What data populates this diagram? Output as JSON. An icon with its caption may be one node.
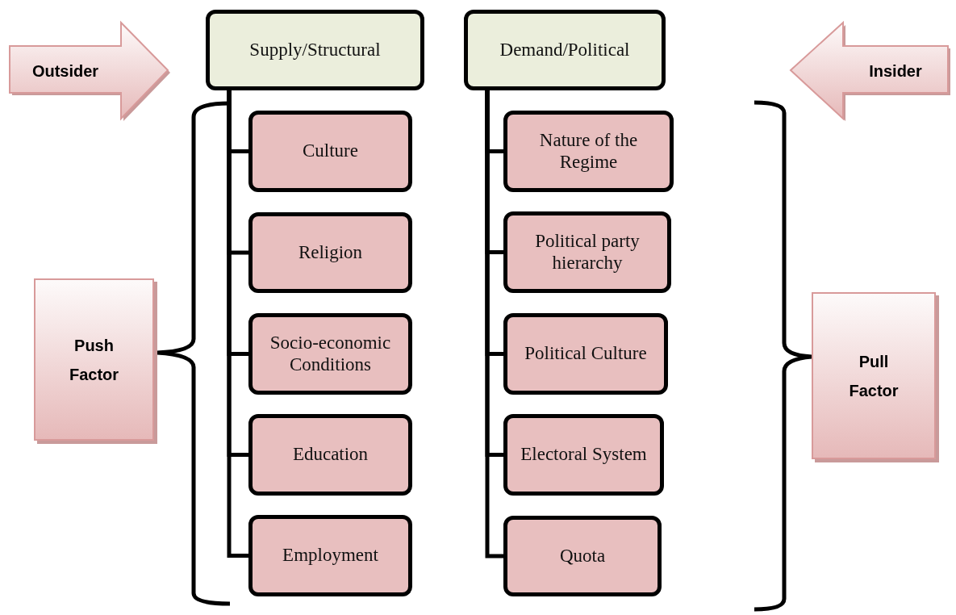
{
  "diagram": {
    "nodes": [
      {
        "text": [
          "Outsider"
        ]
      },
      {
        "text": [
          "Supply/Structural"
        ]
      },
      {
        "text": [
          "Demand/Political"
        ]
      },
      {
        "text": [
          "Insider"
        ]
      },
      {
        "text": [
          "Culture"
        ]
      },
      {
        "text": [
          "Religion"
        ]
      },
      {
        "text": [
          "Socio-economic Conditions"
        ]
      },
      {
        "text": [
          "Education"
        ]
      },
      {
        "text": [
          "Employment"
        ]
      },
      {
        "text": [
          "Nature of the Regime"
        ]
      },
      {
        "text": [
          "Political party hierarchy"
        ]
      },
      {
        "text": [
          "Political Culture"
        ]
      },
      {
        "text": [
          "Electoral System"
        ]
      },
      {
        "text": [
          "Quota"
        ]
      },
      {
        "text": [
          "Push Factor"
        ]
      },
      {
        "text": [
          "Pull Factor"
        ]
      }
    ],
    "edges": [
      {
        "from": 1,
        "to": 4,
        "arrow": "none"
      },
      {
        "from": 1,
        "to": 5,
        "arrow": "none"
      },
      {
        "from": 1,
        "to": 6,
        "arrow": "none"
      },
      {
        "from": 1,
        "to": 7,
        "arrow": "none"
      },
      {
        "from": 1,
        "to": 8,
        "arrow": "none"
      },
      {
        "from": 2,
        "to": 9,
        "arrow": "none"
      },
      {
        "from": 2,
        "to": 10,
        "arrow": "none"
      },
      {
        "from": 2,
        "to": 11,
        "arrow": "none"
      },
      {
        "from": 2,
        "to": 12,
        "arrow": "none"
      },
      {
        "from": 2,
        "to": 13,
        "arrow": "none"
      }
    ]
  }
}
